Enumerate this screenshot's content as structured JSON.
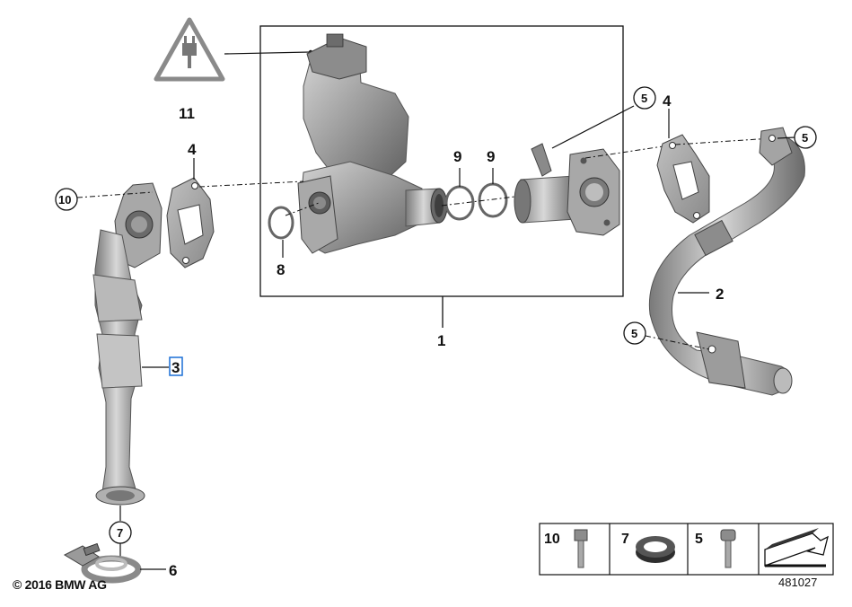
{
  "callouts": {
    "part_1": "1",
    "part_2": "2",
    "part_3": "3",
    "part_4a": "4",
    "part_4b": "4",
    "part_5a": "5",
    "part_5b": "5",
    "part_5c": "5",
    "part_6": "6",
    "part_7": "7",
    "part_8": "8",
    "part_9a": "9",
    "part_9b": "9",
    "part_10": "10",
    "part_11": "11"
  },
  "hardware_legend": {
    "items": [
      {
        "label": "10",
        "icon": "bolt-icon"
      },
      {
        "label": "7",
        "icon": "gasket-ring-icon"
      },
      {
        "label": "5",
        "icon": "screw-icon"
      }
    ],
    "arrow_icon": "installation-arrow-icon"
  },
  "footer": {
    "copyright": "© 2016 BMW AG",
    "diagram_id": "481027"
  },
  "colors": {
    "highlight": "#1a6fd6",
    "metal_light": "#c9c9c9",
    "metal_dark": "#6e6e6e",
    "line": "#111111"
  }
}
